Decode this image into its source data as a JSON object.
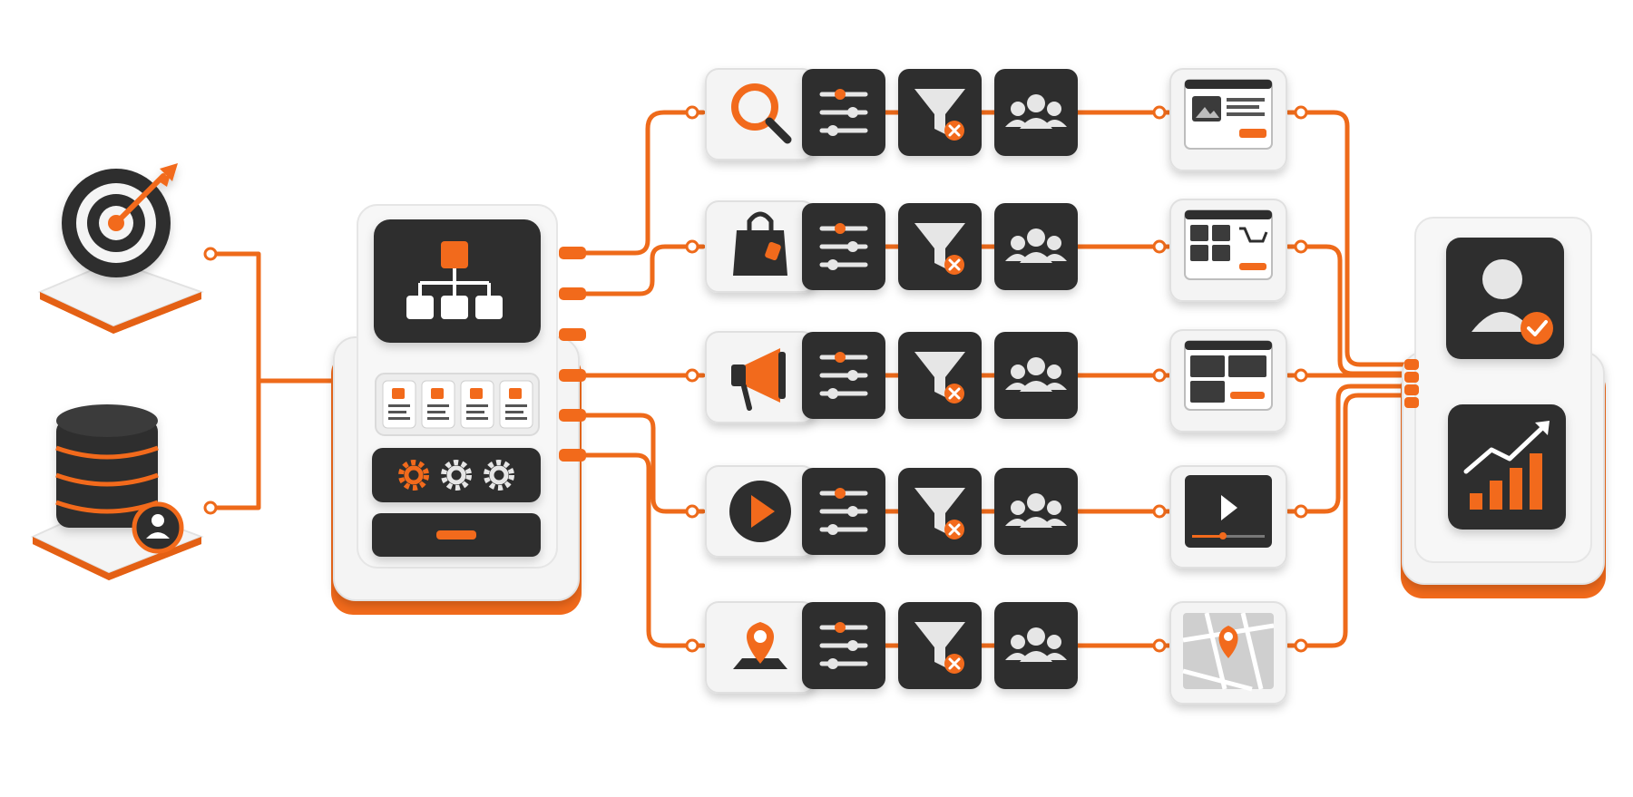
{
  "theme": {
    "accent": "#F26A1B",
    "accent_dark": "#C9530F",
    "dark_tile": "#2E2E2E",
    "light_tile": "#F4F4F4",
    "line": "#EE6A1A",
    "shadow": "#D9D9D9"
  },
  "inputs": [
    {
      "id": "goal",
      "icon": "target-icon"
    },
    {
      "id": "data",
      "icon": "database-user-icon"
    }
  ],
  "hub": {
    "icon": "org-chart-icon",
    "panels": [
      "document-card-icon",
      "document-card-icon",
      "document-card-icon",
      "document-card-icon"
    ],
    "gears": [
      "gear-icon",
      "gear-icon",
      "gear-icon"
    ]
  },
  "channels": [
    {
      "id": "search",
      "icon": "search-icon",
      "output": "webpage-article-icon"
    },
    {
      "id": "shopping",
      "icon": "shopping-bag-icon",
      "output": "webpage-shop-icon"
    },
    {
      "id": "promotion",
      "icon": "megaphone-icon",
      "output": "webpage-layout-icon"
    },
    {
      "id": "video",
      "icon": "play-icon",
      "output": "video-player-icon"
    },
    {
      "id": "local",
      "icon": "map-pin-icon",
      "output": "map-icon"
    }
  ],
  "pipeline_steps": [
    "sliders-icon",
    "funnel-exclude-icon",
    "audience-icon"
  ],
  "outputs": [
    {
      "id": "verified-user",
      "icon": "user-check-icon"
    },
    {
      "id": "growth",
      "icon": "growth-chart-icon"
    }
  ]
}
